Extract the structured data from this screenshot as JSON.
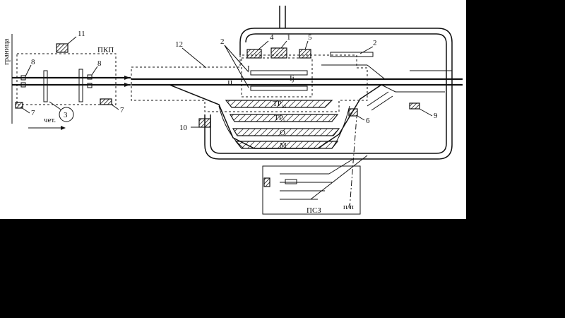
{
  "labels": {
    "border": "граница",
    "pkp": "ПКП",
    "direction": "чет.",
    "circle_num": "3",
    "track_II": "II",
    "track_I": "I",
    "track_Ij": "Ij",
    "tr11": "ТР",
    "tr11_sub": "11",
    "tr5": "ТР",
    "tr5_sub": "5",
    "track_O": "О",
    "track_M": "М",
    "psz": "ПСЗ",
    "pp": "п/п"
  },
  "callouts": {
    "n1": "1",
    "n2a": "2",
    "n2b": "2",
    "n4": "4",
    "n5": "5",
    "n6": "6",
    "n7a": "7",
    "n7b": "7",
    "n8a": "8",
    "n8b": "8",
    "n9": "9",
    "n10": "10",
    "n11": "11",
    "n12": "12"
  }
}
